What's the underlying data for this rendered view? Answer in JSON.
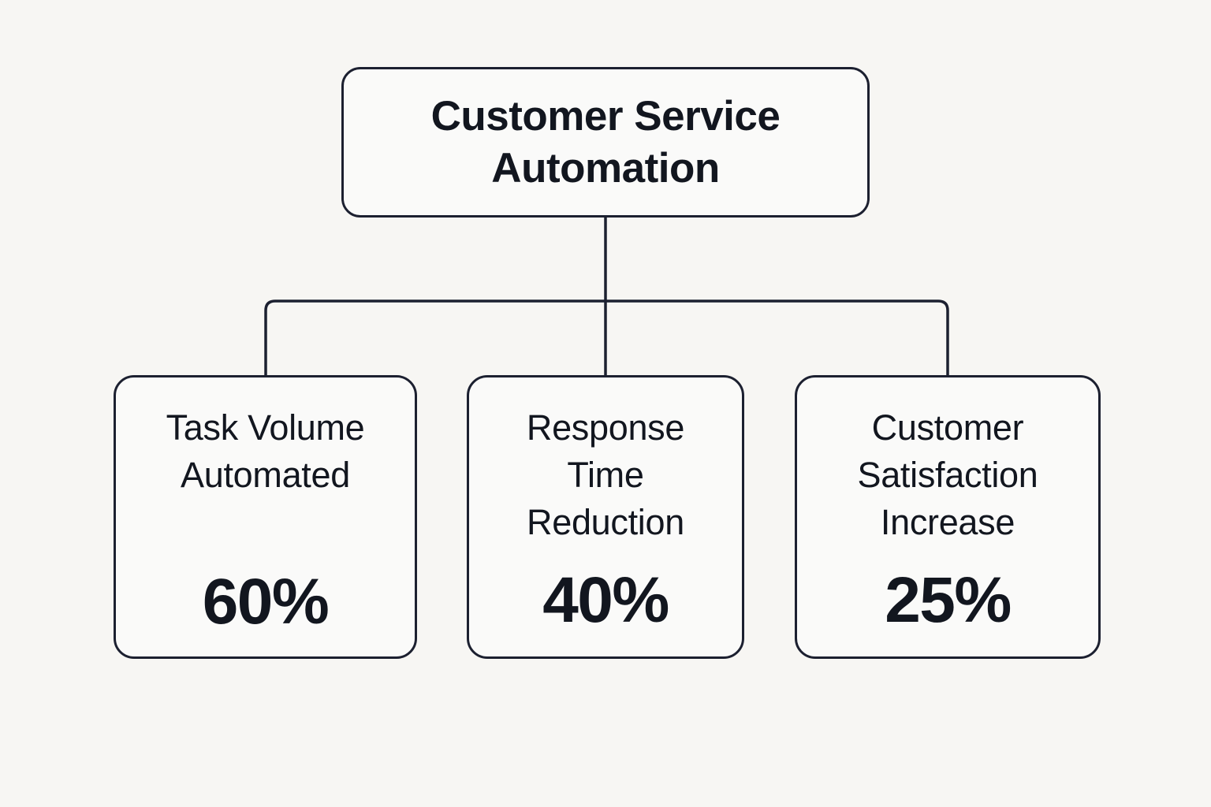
{
  "diagram": {
    "type": "hierarchy-tree",
    "background_color": "#f7f6f3",
    "node_fill_color": "#fafaf9",
    "stroke_color": "#1c2030",
    "text_color": "#12161f",
    "root": {
      "title": "Customer Service Automation"
    },
    "metrics": [
      {
        "label": "Task Volume\nAutomated",
        "value": "60%"
      },
      {
        "label": "Response\nTime\nReduction",
        "value": "40%"
      },
      {
        "label": "Customer\nSatisfaction\nIncrease",
        "value": "25%"
      }
    ]
  }
}
